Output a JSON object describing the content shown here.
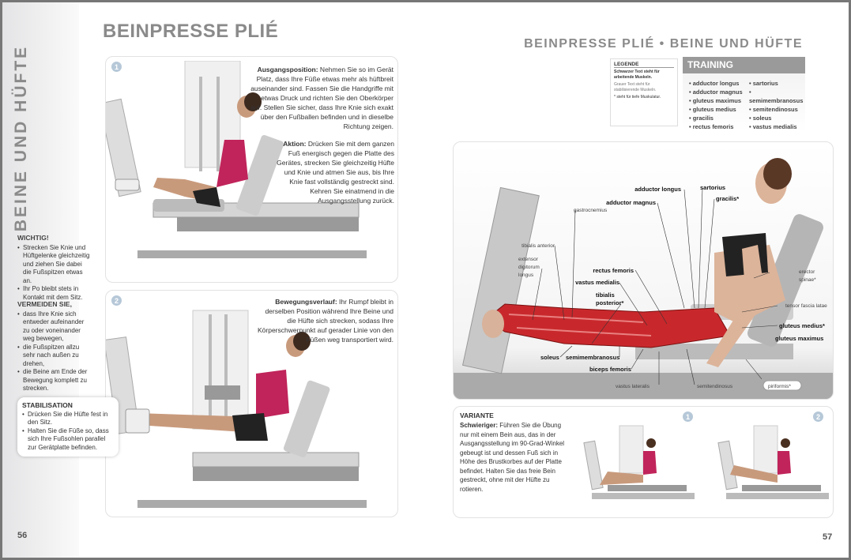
{
  "left_page": {
    "title": "BEINPRESSE PLIÉ",
    "sidebar_title": "BEINE UND HÜFTE",
    "page_number": "56",
    "step1": {
      "number": "1",
      "heading": "Ausgangsposition:",
      "text": " Nehmen Sie so im Gerät Platz, dass Ihre Füße etwas mehr als hüftbreit auseinander sind. Fassen Sie die Handgriffe mit etwas Druck und richten Sie den Oberkörper auf. Stellen Sie sicher, dass Ihre Knie sich exakt über den Fußballen befinden und in dieselbe Richtung zeigen.",
      "action_heading": "Aktion:",
      "action_text": " Drücken Sie mit dem ganzen Fuß energisch gegen die Platte des Gerätes, strecken Sie gleichzeitig Hüfte und Knie und atmen Sie aus, bis Ihre Knie fast vollständig gestreckt sind. Kehren Sie einatmend in die Ausgangsstellung zurück."
    },
    "step2": {
      "number": "2",
      "heading": "Bewegungsverlauf:",
      "text": " Ihr Rumpf bleibt in derselben Position während Ihre Beine und die Hüfte sich strecken, sodass Ihre Körperschwerpunkt auf gerader Linie von den Füßen weg transportiert wird."
    },
    "wichtig": {
      "heading": "WICHTIG!",
      "items": [
        "Strecken Sie Knie und Hüftgelenke gleichzeitig und ziehen Sie dabei die Fußspitzen etwas an.",
        "Ihr Po bleibt stets in Kontakt mit dem Sitz."
      ]
    },
    "vermeiden": {
      "heading": "VERMEIDEN SIE,",
      "items": [
        "dass Ihre Knie sich entweder aufeinander zu oder voneinander weg bewegen,",
        "die Fußspitzen allzu sehr nach außen zu drehen,",
        "die Beine am Ende der Bewegung komplett zu strecken."
      ]
    },
    "stabilisation": {
      "heading": "STABILISATION",
      "items": [
        "Drücken Sie die Hüfte fest in den Sitz.",
        "Halten Sie die Füße so, dass sich Ihre Fußsohlen parallel zur Gerätplatte befinden."
      ]
    }
  },
  "right_page": {
    "title": "BEINPRESSE PLIÉ • BEINE UND HÜFTE",
    "page_number": "57",
    "legend": {
      "heading": "LEGENDE",
      "line1": "Schwarzer Text steht für arbeitende Muskeln.",
      "line2": "Grauer Text steht für stabilisierende Muskeln.",
      "line3": "* steht für tiefe Muskulatur."
    },
    "training": {
      "heading": "TRAINING",
      "col1": [
        "adductor longus",
        "adductor magnus",
        "gluteus maximus",
        "gluteus medius",
        "gracilis",
        "rectus femoris"
      ],
      "col2": [
        "sartorius",
        "semimembranosus",
        "semitendinosus",
        "soleus",
        "vastus medialis"
      ]
    },
    "anatomy_labels": {
      "adductor_longus": "adductor longus",
      "sartorius": "sartorius",
      "adductor_magnus": "adductor magnus",
      "gracilis": "gracilis*",
      "gastrocnemius": "gastrocnemius",
      "tibialis_anterior": "tibialis anterior",
      "extensor_1": "extensor",
      "extensor_2": "digitorum",
      "extensor_3": "longus",
      "rectus_femoris": "rectus femoris",
      "vastus_medialis": "vastus medialis",
      "tibialis_posterior_1": "tibialis",
      "tibialis_posterior_2": "posterior*",
      "erector_1": "erector",
      "erector_2": "spinae*",
      "tensor": "tensor fascia latae",
      "gluteus_medius": "gluteus medius*",
      "gluteus_maximus": "gluteus maximus",
      "soleus": "soleus",
      "semimembranosus": "semimembranosus",
      "biceps_femoris": "biceps femoris",
      "vastus_lateralis": "vastus lateralis",
      "semitendinosus": "semitendinosus",
      "piriformis": "piriformis*"
    },
    "variante": {
      "heading": "VARIANTE",
      "sub_heading": "Schwieriger:",
      "text": " Führen Sie die Übung nur mit einem Bein aus, das in der Ausgangsstellung im 90-Grad-Winkel gebeugt ist und dessen Fuß sich in Höhe des Brustkorbes auf der Platte befindet. Halten Sie das freie Bein gestreckt, ohne mit der Hüfte zu rotieren.",
      "num1": "1",
      "num2": "2"
    }
  },
  "colors": {
    "title_gray": "#8a8a8a",
    "badge_blue": "#b6c8d8",
    "muscle_red": "#c8282c",
    "top_pink": "#c0245a"
  }
}
